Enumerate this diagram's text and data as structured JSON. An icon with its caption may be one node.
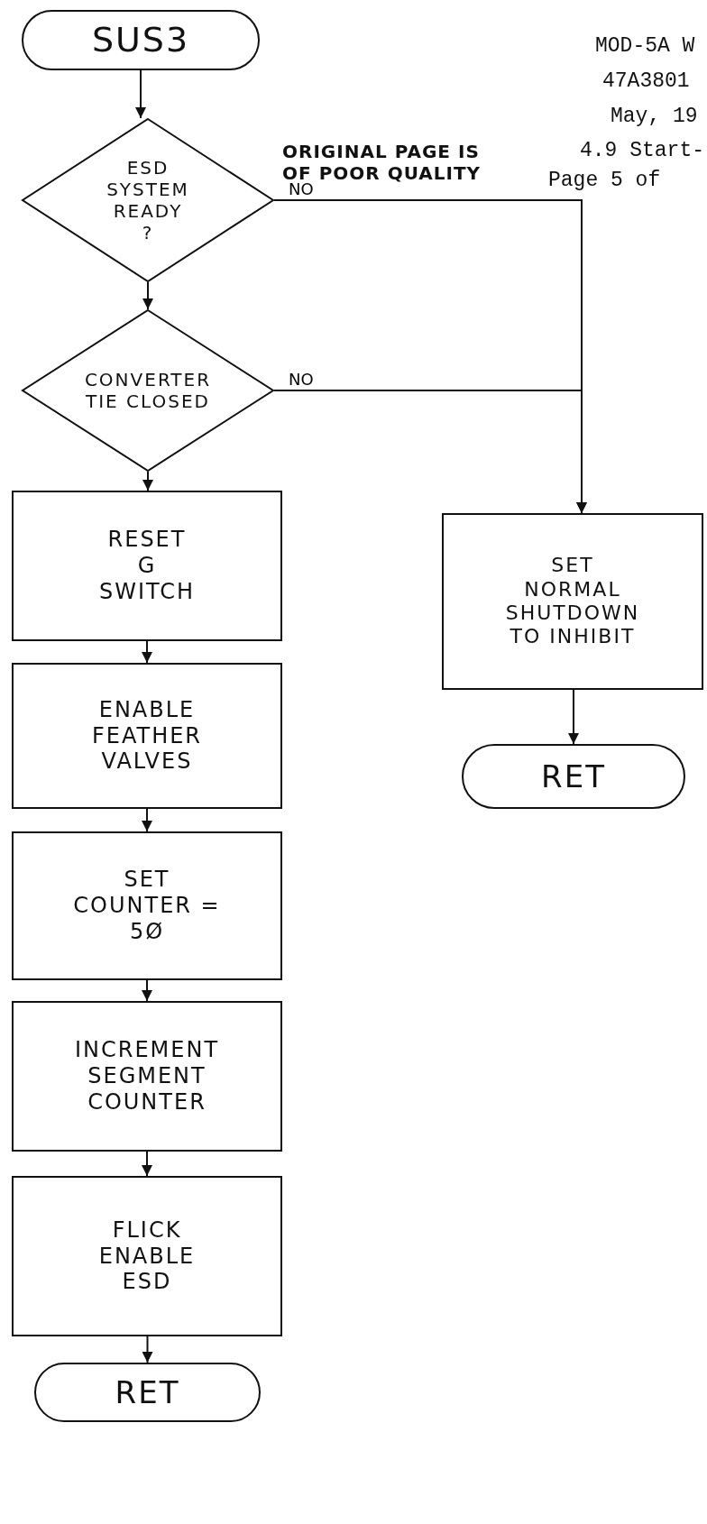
{
  "diagram": {
    "nodes": [
      {
        "text": [
          "SUS3"
        ]
      },
      {
        "text": [
          "ESD SYSTEM READY ?"
        ]
      },
      {
        "text": [
          "CONVERTER TIE CLOSED"
        ]
      },
      {
        "text": [
          "RESET G SWITCH"
        ]
      },
      {
        "text": [
          "ENABLE FEATHER VALVES"
        ]
      },
      {
        "text": [
          "SET COUNTER = 5Ø"
        ]
      },
      {
        "text": [
          "INCREMENT SEGMENT COUNTER"
        ]
      },
      {
        "text": [
          "FLICK ENABLE ESD"
        ]
      },
      {
        "text": [
          "RET"
        ]
      },
      {
        "text": [
          "SET NORMAL SHUTDOWN TO INHIBIT"
        ]
      },
      {
        "text": [
          "RET"
        ]
      }
    ],
    "edges": [
      {
        "from": 0,
        "to": 1,
        "arrow": "to"
      },
      {
        "from": 1,
        "to": 2,
        "arrow": "to"
      },
      {
        "from": 1,
        "to": 9,
        "label": "NO",
        "arrow": "to"
      },
      {
        "from": 2,
        "to": 9,
        "label": "NO",
        "arrow": "to"
      },
      {
        "from": 2,
        "to": 3,
        "arrow": "to"
      },
      {
        "from": 3,
        "to": 4,
        "arrow": "to"
      },
      {
        "from": 4,
        "to": 5,
        "arrow": "to"
      },
      {
        "from": 5,
        "to": 6,
        "arrow": "to"
      },
      {
        "from": 6,
        "to": 7,
        "arrow": "to"
      },
      {
        "from": 7,
        "to": 8,
        "arrow": "to"
      },
      {
        "from": 9,
        "to": 10,
        "arrow": "to"
      }
    ],
    "labels": [
      "MOD-5A W",
      "47A3801",
      "May, 19",
      "4.9 Start-",
      "Page 5 of",
      "ORIGINAL PAGE IS",
      "OF POOR QUALITY"
    ]
  }
}
